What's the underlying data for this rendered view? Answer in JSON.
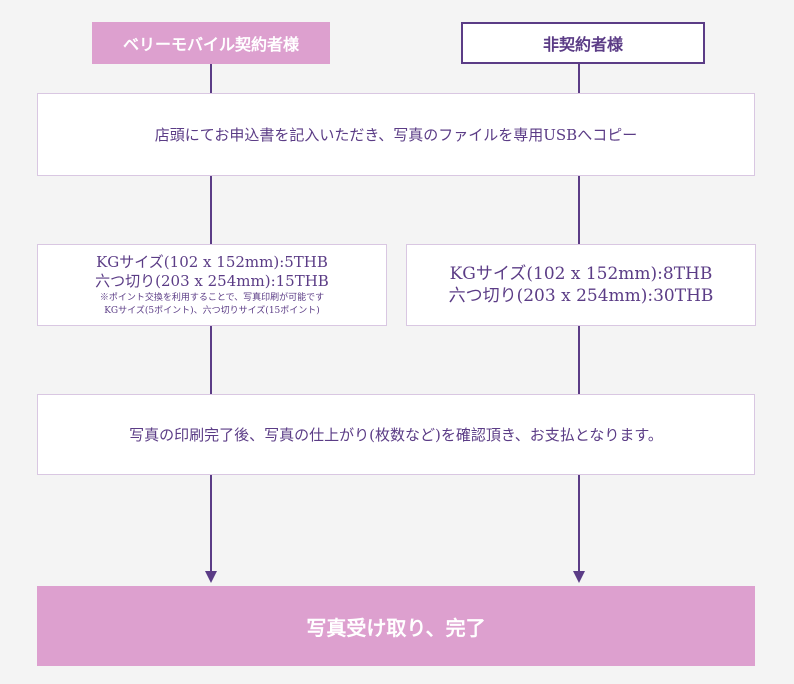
{
  "headers": {
    "member": "ベリーモバイル契約者様",
    "non_member": "非契約者様"
  },
  "step1": "店頭にてお申込書を記入いただき、写真のファイルを専用USBへコピー",
  "member_prices": {
    "line1": "KGサイズ(102 x 152mm):5THB",
    "line2": "六つ切り(203 x 254mm):15THB",
    "note1": "※ポイント交換を利用することで、写真印刷が可能です",
    "note2": "KGサイズ(5ポイント)、六つ切りサイズ(15ポイント)"
  },
  "non_member_prices": {
    "line1": "KGサイズ(102 x 152mm):8THB",
    "line2": "六つ切り(203 x 254mm):30THB"
  },
  "step2": "写真の印刷完了後、写真の仕上がり(枚数など)を確認頂き、お支払となります。",
  "final": "写真受け取り、完了"
}
